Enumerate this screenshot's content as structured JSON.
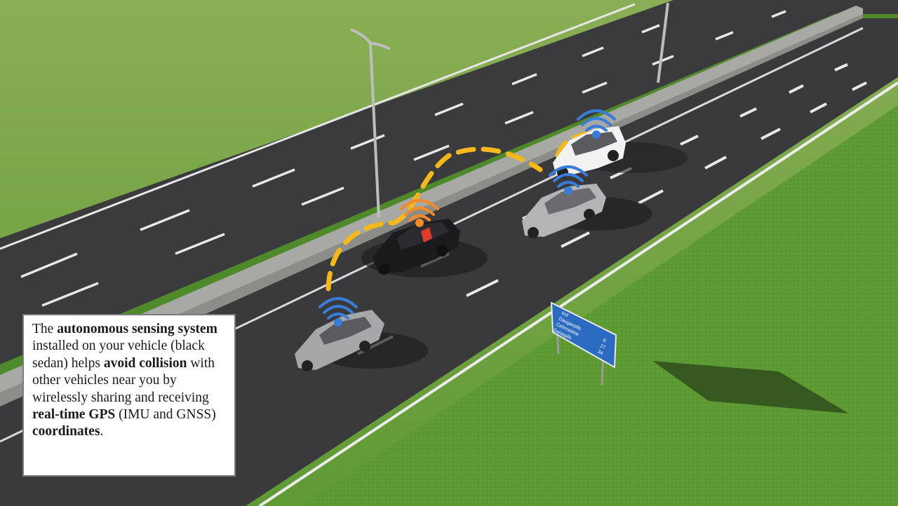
{
  "caption": {
    "t1": "The ",
    "b1": "autonomous sensing system",
    "t2": " installed on your vehicle (black sedan) helps ",
    "b2": "avoid collision",
    "t3": " with other vehicles near you by wirelessly sharing and receiving ",
    "b3": "real-time GPS",
    "t4": " (IMU and GNSS) ",
    "b4": "coordinates",
    "t5": "."
  },
  "sign": {
    "lines": [
      "Ind",
      "Daugavpils",
      "Celmniekte",
      "Salaspils"
    ],
    "numbers": [
      "6",
      "27",
      "34"
    ]
  },
  "colors": {
    "grass_light": "#7fa84a",
    "grass": "#5f9a34",
    "asphalt": "#3a3a3d",
    "barrier": "#a9a9a6",
    "wifi_blue": "#3a7dd8",
    "wifi_orange": "#f08a2a",
    "link_yellow": "#f2b81c",
    "sign_blue": "#2b6bc2"
  },
  "icons": [
    "wifi-signal-icon-blue",
    "wifi-signal-icon-orange"
  ]
}
